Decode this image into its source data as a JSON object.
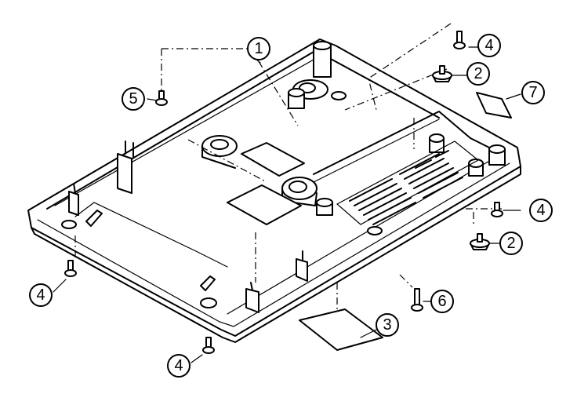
{
  "callouts": {
    "c1": "1",
    "c2a": "2",
    "c2b": "2",
    "c3": "3",
    "c4a": "4",
    "c4b": "4",
    "c4c": "4",
    "c4d": "4",
    "c5": "5",
    "c6": "6",
    "c7": "7"
  }
}
